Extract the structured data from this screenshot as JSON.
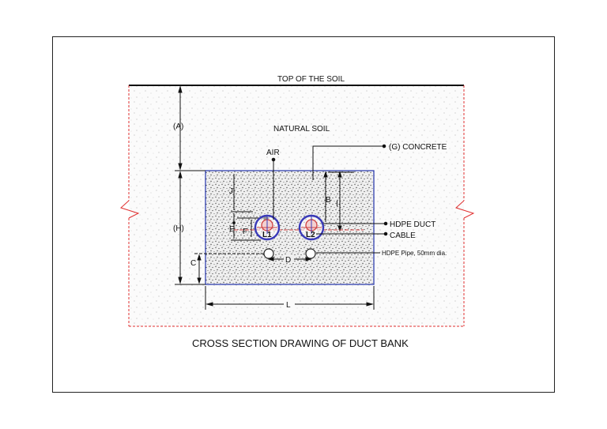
{
  "drawing": {
    "caption": "CROSS SECTION DRAWING OF DUCT BANK",
    "labels": {
      "top_of_soil": "TOP OF THE SOIL",
      "natural_soil": "NATURAL SOIL",
      "air": "AIR",
      "concrete": "(G) CONCRETE",
      "hdpe_duct": "HDPE DUCT",
      "cable": "CABLE",
      "hdpe_pipe": "HDPE Pipe, 50mm dia."
    },
    "dimensions": {
      "a": "(A)",
      "h": "(H)",
      "b": "B",
      "i": "I",
      "j": "J",
      "e": "E",
      "f": "F",
      "c": "C",
      "d": "D",
      "l": "L"
    },
    "ducts": {
      "l1": "L1",
      "l2": "L2"
    },
    "colors": {
      "frame": "#222222",
      "soil_boundary": "#e03030",
      "concrete_outline": "#2233aa",
      "duct": "#3a3ab8",
      "cable": "#d04040",
      "dim_line": "#111111"
    }
  }
}
